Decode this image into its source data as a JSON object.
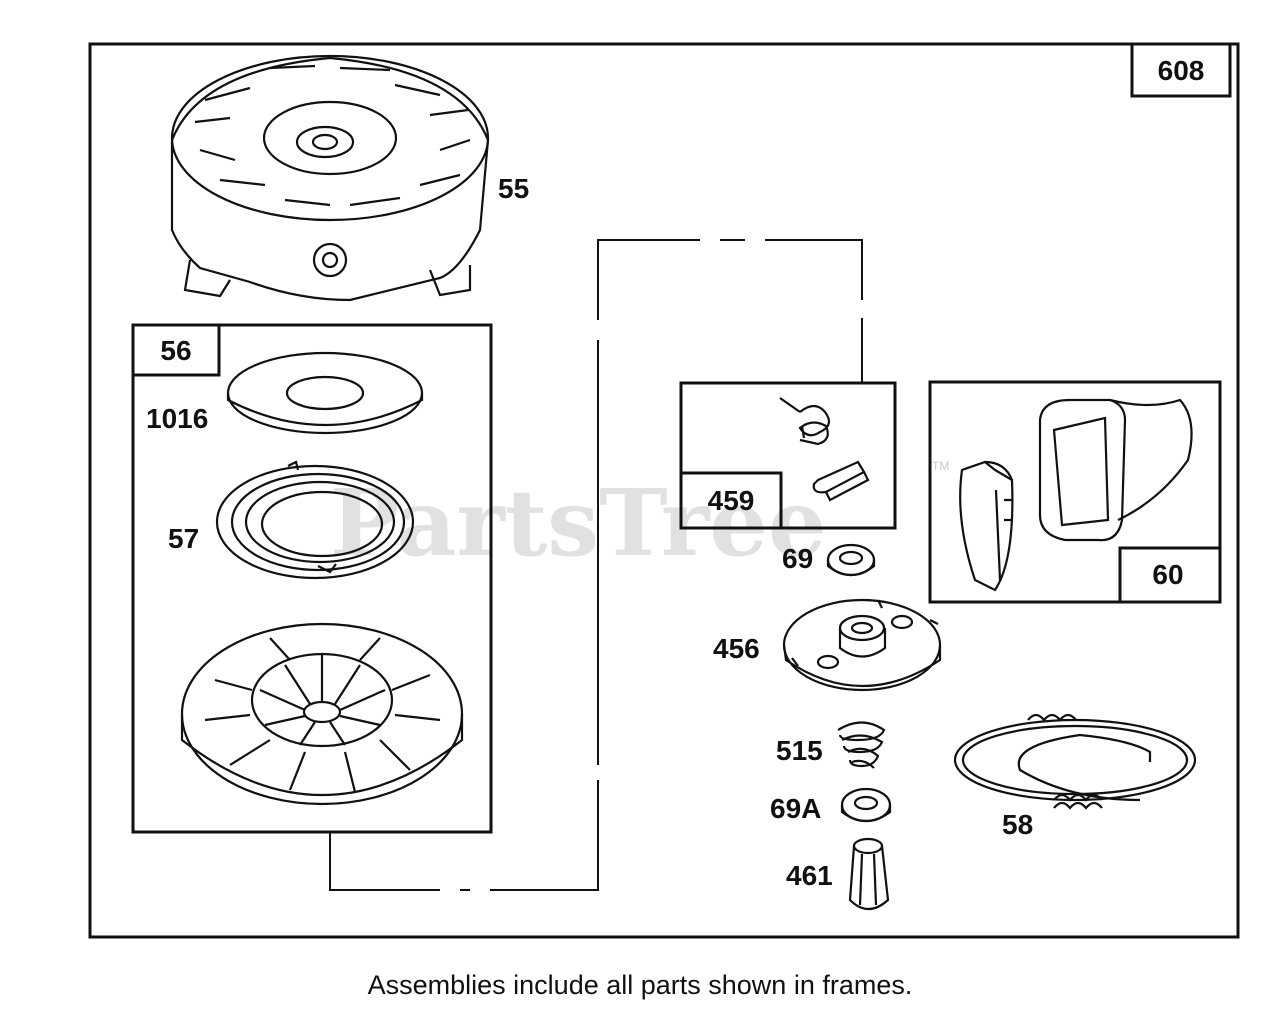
{
  "labels": {
    "assembly_608": "608",
    "part_55": "55",
    "assembly_56": "56",
    "part_1016": "1016",
    "part_57": "57",
    "assembly_459": "459",
    "part_69": "69",
    "assembly_60": "60",
    "part_456": "456",
    "part_515": "515",
    "part_69a": "69A",
    "part_461": "461",
    "part_58": "58"
  },
  "watermark": "PartsTree",
  "watermark_tm": "TM",
  "caption": "Assemblies include all parts shown in frames.",
  "colors": {
    "line": "#111111",
    "watermark": "#c9c9c9",
    "background": "#ffffff"
  }
}
